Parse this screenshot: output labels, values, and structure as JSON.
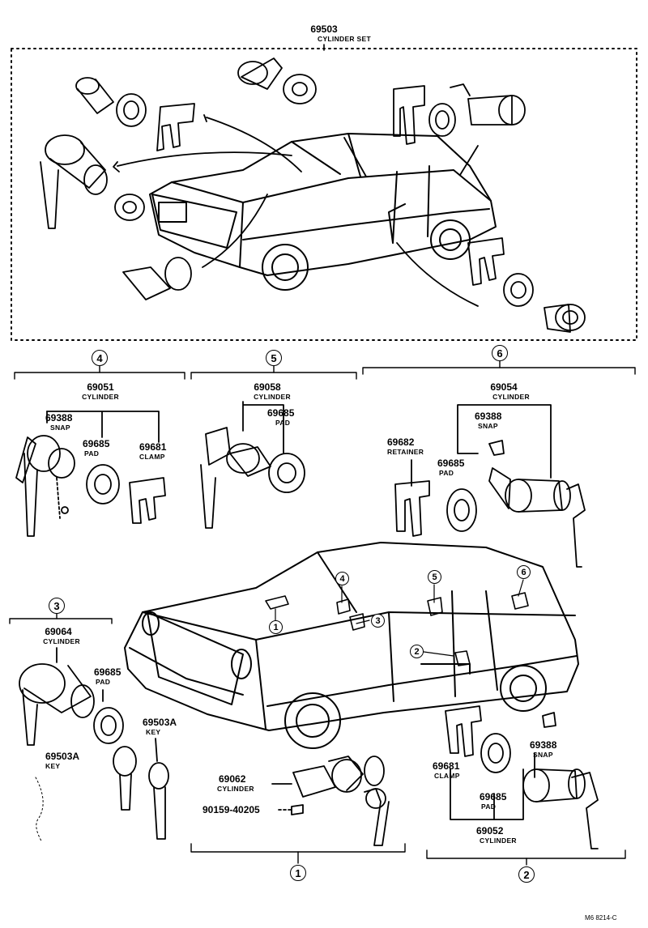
{
  "top": {
    "part": "69503",
    "name": "CYLINDER SET"
  },
  "groups": {
    "g4": {
      "marker": "4",
      "cylinder_part": "69051",
      "cylinder_name": "CYLINDER",
      "snap_part": "69388",
      "snap_name": "SNAP",
      "pad_part": "69685",
      "pad_name": "PAD",
      "clamp_part": "69681",
      "clamp_name": "CLAMP"
    },
    "g5": {
      "marker": "5",
      "cylinder_part": "69058",
      "cylinder_name": "CYLINDER",
      "pad_part": "69685",
      "pad_name": "PAD"
    },
    "g6": {
      "marker": "6",
      "cylinder_part": "69054",
      "cylinder_name": "CYLINDER",
      "snap_part": "69388",
      "snap_name": "SNAP",
      "retainer_part": "69682",
      "retainer_name": "RETAINER",
      "pad_part": "69685",
      "pad_name": "PAD"
    },
    "g3": {
      "marker": "3",
      "cylinder_part": "69064",
      "cylinder_name": "CYLINDER",
      "pad_part": "69685",
      "pad_name": "PAD",
      "key_a_part": "69503A",
      "key_a_name": "KEY",
      "key_b_part": "69503A",
      "key_b_name": "KEY"
    },
    "g1": {
      "marker": "1",
      "cylinder_part": "69062",
      "cylinder_name": "CYLINDER",
      "screw_part": "90159-40205"
    },
    "g2": {
      "marker": "2",
      "clamp_part": "69681",
      "clamp_name": "CLAMP",
      "snap_part": "69388",
      "snap_name": "SNAP",
      "pad_part": "69685",
      "pad_name": "PAD",
      "cylinder_part": "69052",
      "cylinder_name": "CYLINDER"
    }
  },
  "car_markers": [
    "1",
    "2",
    "3",
    "4",
    "5",
    "6"
  ],
  "footer_code": "M6  8214-C"
}
